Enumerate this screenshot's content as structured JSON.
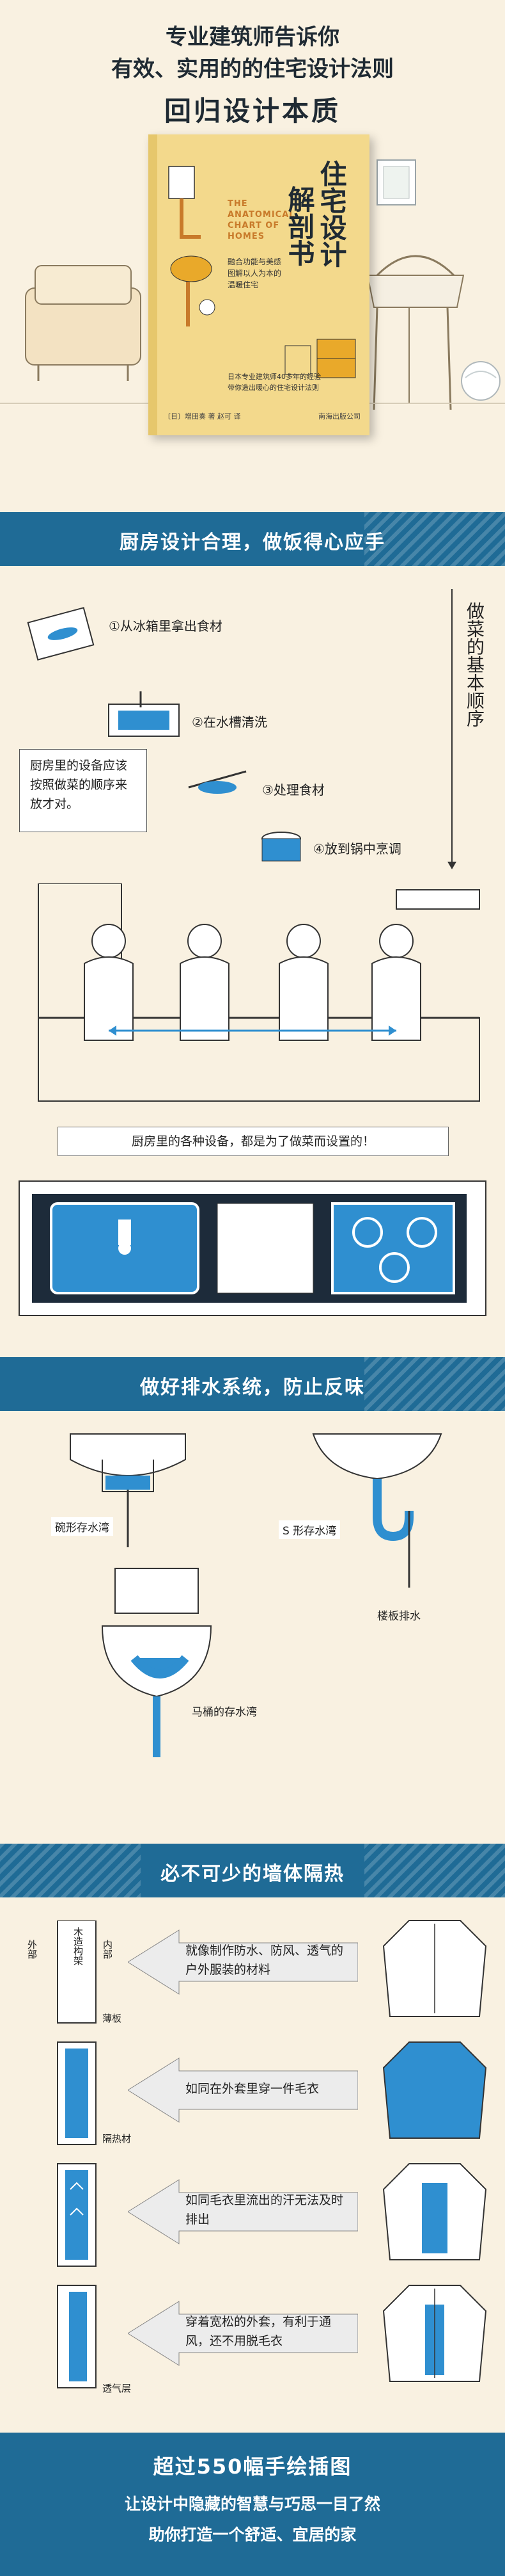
{
  "top": {
    "line1": "专业建筑师告诉你",
    "line2": "有效、实用的的住宅设计法则",
    "headline": "回归设计本质"
  },
  "book": {
    "title": "住宅设计解剖书",
    "title_part1": "住宅设计",
    "title_part2": "解剖书",
    "english": "THE ANATOMICAL CHART OF HOMES",
    "blurb1": "融合功能与美感",
    "blurb2": "图解以人为本的",
    "blurb3": "温暖住宅",
    "authors": "〔日〕增田奏 著 赵可 译",
    "tagline1": "日本专业建筑师40多年的经验",
    "tagline2": "带你造出暖心的住宅设计法则",
    "publisher": "南海出版公司"
  },
  "section1": {
    "title": "厨房设计合理，做饭得心应手",
    "steps": [
      "①从冰箱里拿出食材",
      "②在水槽清洗",
      "③处理食材",
      "④放到锅中烹调"
    ],
    "vertical": "做菜的基本顺序",
    "note": "厨房里的设备应该按照做菜的顺序来放才对。",
    "caption": "厨房里的各种设备，都是为了做菜而设置的！"
  },
  "section2": {
    "title": "做好排水系统，防止反味",
    "label_bowl": "碗形存水湾",
    "label_s": "S 形存水湾",
    "label_toilet": "马桶的存水湾",
    "label_floor": "楼板排水"
  },
  "section3": {
    "title": "必不可少的墙体隔热",
    "outer": "外部",
    "inner": "内部",
    "frame": "木造构架",
    "thin_board": "薄板",
    "insulation": "隔热材",
    "vent_layer": "透气层",
    "texts": [
      "就像制作防水、防风、透气的户外服装的材料",
      "如同在外套里穿一件毛衣",
      "如同毛衣里流出的汗无法及时排出",
      "穿着宽松的外套，有利于通风，还不用脱毛衣"
    ]
  },
  "footer": {
    "headline": "超过550幅手绘插图",
    "line1": "让设计中隐藏的智慧与巧思一目了然",
    "line2": "助你打造一个舒适、宜居的家"
  },
  "colors": {
    "accent": "#1f6b96",
    "water": "#2f8fd0",
    "bg": "#f9f1e1",
    "book": "#f3d98c"
  }
}
